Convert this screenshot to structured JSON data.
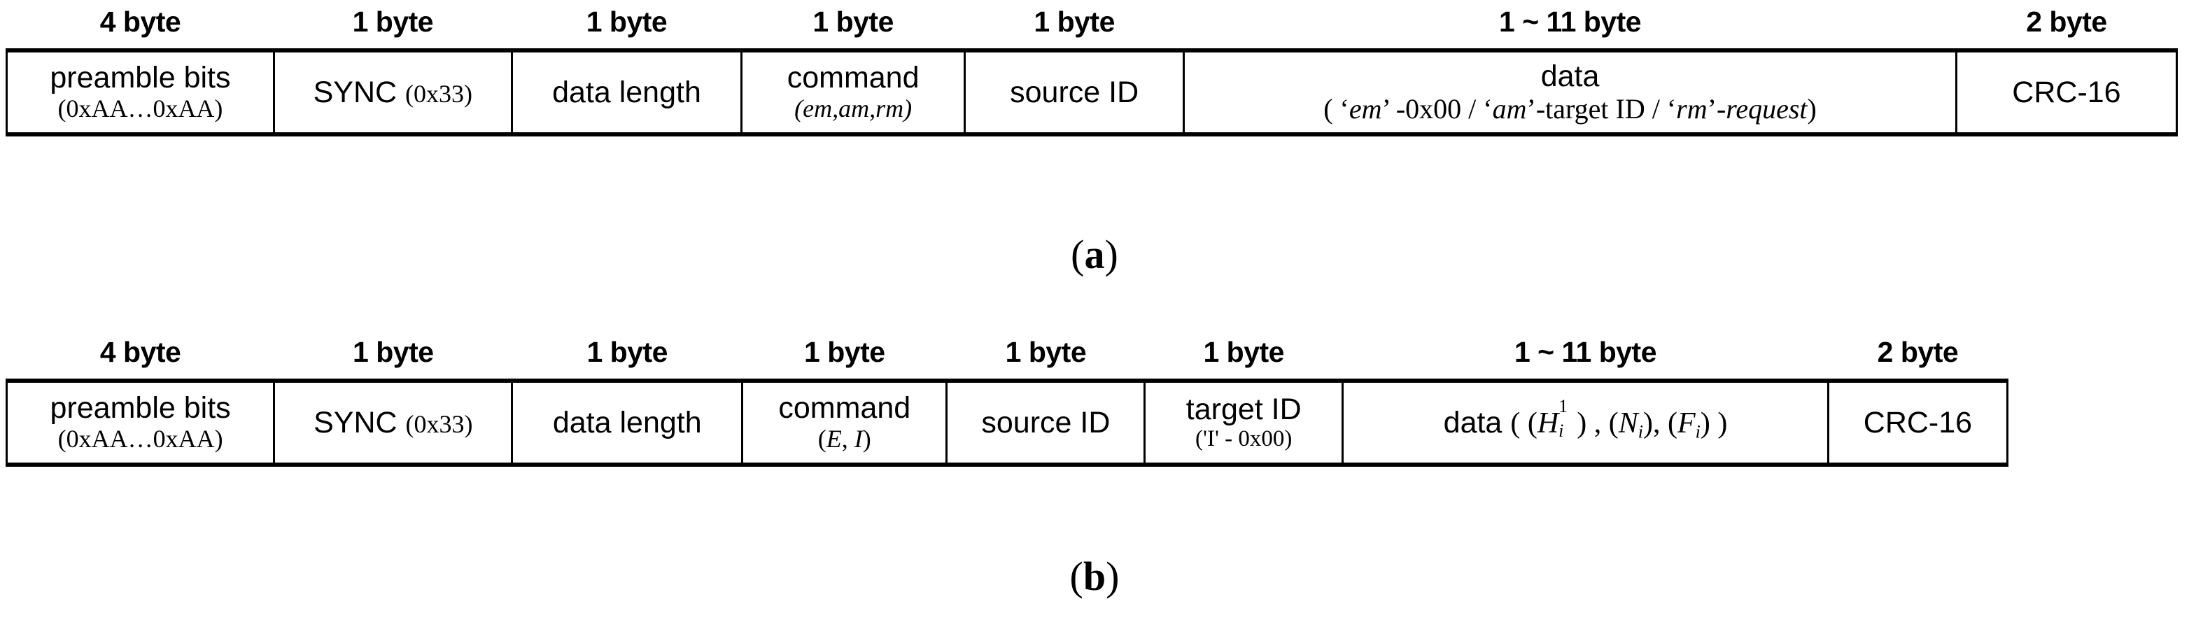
{
  "figure": {
    "background": "#ffffff",
    "ink": "#000000"
  },
  "frame_a": {
    "caption": "(a)",
    "caption_paren_open": "(",
    "caption_letter": "a",
    "caption_paren_close": ")",
    "headers": [
      "4 byte",
      "1 byte",
      "1 byte",
      "1 byte",
      "1 byte",
      "1 ~ 11 byte",
      "2 byte"
    ],
    "cells": [
      {
        "main": "preamble bits",
        "sub": "(0xAA…0xAA)",
        "sub_style": "serif"
      },
      {
        "main": "SYNC",
        "inline_sub": "(0x33)",
        "sub_style": "serif-inline"
      },
      {
        "main": "data length",
        "sub": "",
        "sub_style": "none"
      },
      {
        "main": "command",
        "sub": "(em,am,rm)",
        "sub_style": "serif-italic"
      },
      {
        "main": "source ID",
        "sub": "",
        "sub_style": "none"
      },
      {
        "main": "data",
        "sub": "( 'em' -0x00 / 'am'-target ID / 'rm'-request)",
        "sub_style": "mixed"
      },
      {
        "main": "CRC-16",
        "sub": "",
        "sub_style": "none"
      }
    ],
    "data_cell_parts": {
      "open": "( ",
      "em": "em",
      "em_tail": " -0x00 / ",
      "am": "am",
      "am_tail": "-target ID / ",
      "rm": "rm",
      "rm_tail": "-request",
      "close": ")"
    }
  },
  "frame_b": {
    "caption": "(b)",
    "caption_paren_open": "(",
    "caption_letter": "b",
    "caption_paren_close": ")",
    "headers": [
      "4 byte",
      "1 byte",
      "1 byte",
      "1 byte",
      "1 byte",
      "1 byte",
      "1 ~ 11 byte",
      "2 byte"
    ],
    "cells": [
      {
        "main": "preamble bits",
        "sub": "(0xAA…0xAA)",
        "sub_style": "serif"
      },
      {
        "main": "SYNC",
        "inline_sub": "(0x33)",
        "sub_style": "serif-inline"
      },
      {
        "main": "data length",
        "sub": "",
        "sub_style": "none"
      },
      {
        "main": "command",
        "sub": "(E, I)",
        "sub_style": "math-italic"
      },
      {
        "main": "source ID",
        "sub": "",
        "sub_style": "none"
      },
      {
        "main": "target ID",
        "sub": "('I' - 0x00)",
        "sub_style": "serif"
      },
      {
        "main": "data",
        "sub": "( (H_i^1) , (N_i), (F_i) )",
        "sub_style": "math"
      },
      {
        "main": "CRC-16",
        "sub": "",
        "sub_style": "none"
      }
    ],
    "data_cell_parts": {
      "label": "data",
      "open": "(",
      "term1_base": "H",
      "term1_sup": "1",
      "term1_sub": "i",
      "sep1": ",",
      "term2_base": "N",
      "term2_sub": "i",
      "sep2": ",",
      "term3_base": "F",
      "term3_sub": "i",
      "close": ")"
    },
    "command_parts": {
      "open": "(",
      "e": "E",
      "comma": ", ",
      "i": "I",
      "close": ")"
    },
    "target_parts": {
      "text": "('I' - 0x00)"
    }
  }
}
